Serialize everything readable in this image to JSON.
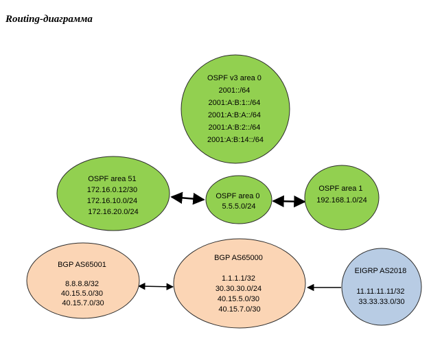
{
  "title": "Routing-диаграмма",
  "colors": {
    "ospf_fill": "#92D050",
    "bgp_fill": "#FBD5B5",
    "eigrp_fill": "#B8CCE4",
    "stroke": "#2b2b2b"
  },
  "nodes": {
    "ospf_v3_area0": {
      "lines": [
        "OSPF v3 area 0",
        "2001::/64",
        "2001:A:B:1::/64",
        "2001:A:B:A::/64",
        "2001:A:B:2::/64",
        "2001:A:B:14::/64"
      ]
    },
    "ospf_area51": {
      "lines": [
        "OSPF area 51",
        "172.16.0.12/30",
        "172.16.10.0/24",
        "172.16.20.0/24"
      ]
    },
    "ospf_area0": {
      "lines": [
        "OSPF area 0",
        "5.5.5.0/24"
      ]
    },
    "ospf_area1": {
      "lines": [
        "OSPF area 1",
        "192.168.1.0/24"
      ]
    },
    "bgp_as65001": {
      "lines": [
        "BGP AS65001",
        "",
        "8.8.8.8/32",
        "40.15.5.0/30",
        "40.15.7.0/30"
      ]
    },
    "bgp_as65000": {
      "lines": [
        "BGP AS65000",
        "",
        "1.1.1.1/32",
        "30.30.30.0/24",
        "40.15.5.0/30",
        "40.15.7.0/30"
      ]
    },
    "eigrp_as2018": {
      "lines": [
        "EIGRP AS2018",
        "",
        "11.11.11.11/32",
        "33.33.33.0/30"
      ]
    }
  }
}
